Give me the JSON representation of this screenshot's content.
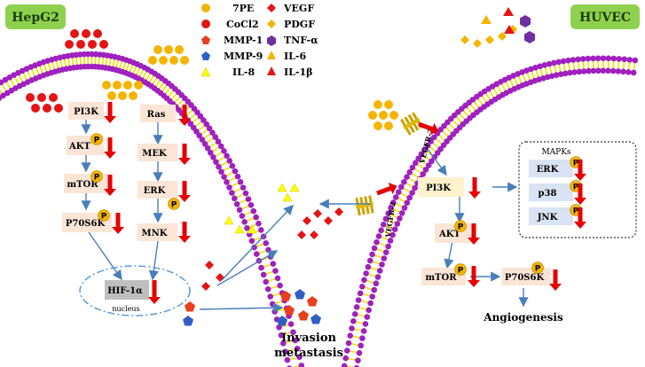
{
  "cells": {
    "left": "HepG2",
    "right": "HUVEC"
  },
  "legend": {
    "items": [
      {
        "label": "7PE",
        "color": "#f5b400",
        "shape": "circle"
      },
      {
        "label": "VEGF",
        "color": "#e31414",
        "shape": "diamond"
      },
      {
        "label": "CoCl2",
        "color": "#e31414",
        "shape": "circle"
      },
      {
        "label": "PDGF",
        "color": "#f5b400",
        "shape": "diamond"
      },
      {
        "label": "MMP-1",
        "color": "#e8401c",
        "shape": "pentagon"
      },
      {
        "label": "TNF-α",
        "color": "#7030a0",
        "shape": "hexagon"
      },
      {
        "label": "MMP-9",
        "color": "#2f5fc4",
        "shape": "pentagon"
      },
      {
        "label": "IL-6",
        "color": "#f5b400",
        "shape": "triangle"
      },
      {
        "label": "IL-8",
        "color": "#ffff00",
        "shape": "triangle"
      },
      {
        "label": "IL-1β",
        "color": "#e31414",
        "shape": "triangle"
      }
    ]
  },
  "hepg2_pathway": {
    "pi3k_branch": [
      "PI3K",
      "AKT",
      "mTOR",
      "P70S6K"
    ],
    "ras_branch": [
      "Ras",
      "MEK",
      "ERK",
      "MNK"
    ],
    "target": "HIF-1α",
    "nucleus_label": "nucleus"
  },
  "huvec_pathway": {
    "receptor": "VEGFR-2",
    "pi3k_branch": [
      "PI3K",
      "AKT",
      "mTOR",
      "P70S6K"
    ],
    "mapks_title": "MAPKs",
    "mapks": [
      "ERK",
      "p38",
      "JNK"
    ],
    "outcome": "Angiogenesis"
  },
  "phospho_label": "P",
  "invasion": {
    "line1": "Invasion",
    "line2": "metastasis"
  },
  "colors": {
    "membrane_head": "#a020c0",
    "membrane_tail": "#f0e000",
    "cell_box_bg": "#8fd14f",
    "node_bg": "#fbe5d6",
    "node_bg_alt": "#fff2cc",
    "mapk_bg": "#dae3f3",
    "hif_bg": "#bfbfbf",
    "arrow_blue": "#4a7ebb",
    "down_arrow": "#e60000",
    "phospho": "#f5b400"
  }
}
